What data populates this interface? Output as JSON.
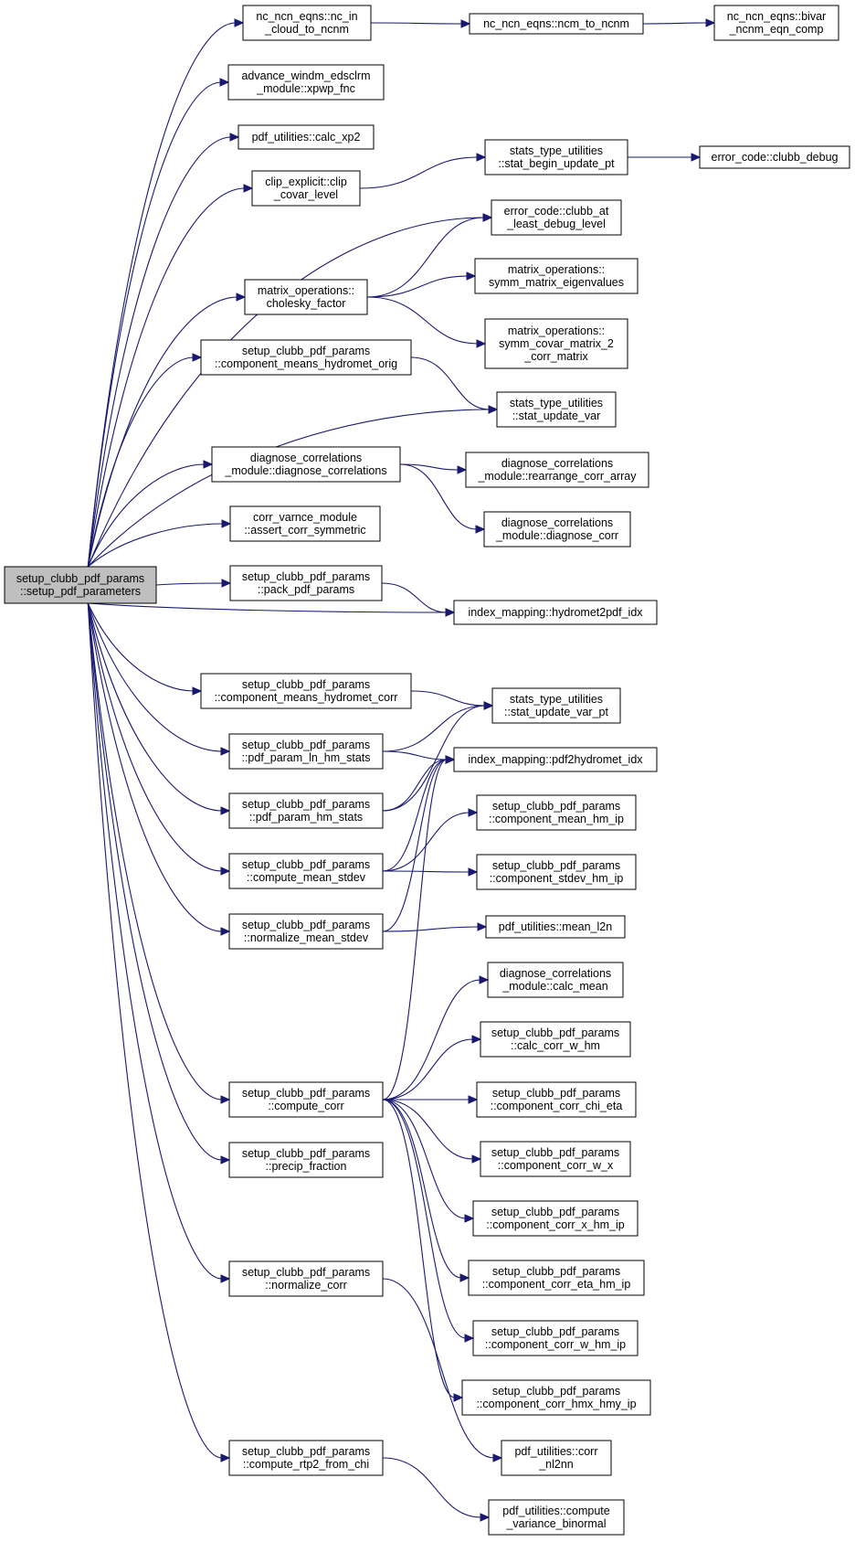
{
  "colors": {
    "edge": "#191970",
    "root_fill": "#bfbfbf",
    "node_fill": "#ffffff",
    "border": "#000000"
  },
  "root": "root",
  "nodes": [
    {
      "id": "root",
      "lines": [
        "setup_clubb_pdf_params",
        "::setup_pdf_parameters"
      ]
    },
    {
      "id": "nc_in_cloud",
      "lines": [
        "nc_ncn_eqns::nc_in",
        "_cloud_to_ncnm"
      ]
    },
    {
      "id": "ncm_to_ncnm",
      "lines": [
        "nc_ncn_eqns::ncm_to_ncnm"
      ]
    },
    {
      "id": "bivar",
      "lines": [
        "nc_ncn_eqns::bivar",
        "_ncnm_eqn_comp"
      ]
    },
    {
      "id": "xpwp",
      "lines": [
        "advance_windm_edsclrm",
        "_module::xpwp_fnc"
      ]
    },
    {
      "id": "calc_xp2",
      "lines": [
        "pdf_utilities::calc_xp2"
      ]
    },
    {
      "id": "clip_covar",
      "lines": [
        "clip_explicit::clip",
        "_covar_level"
      ]
    },
    {
      "id": "stat_begin",
      "lines": [
        "stats_type_utilities",
        "::stat_begin_update_pt"
      ]
    },
    {
      "id": "clubb_debug",
      "lines": [
        "error_code::clubb_debug"
      ]
    },
    {
      "id": "clubb_at_least",
      "lines": [
        "error_code::clubb_at",
        "_least_debug_level"
      ]
    },
    {
      "id": "cholesky",
      "lines": [
        "matrix_operations::",
        "cholesky_factor"
      ]
    },
    {
      "id": "symm_eig",
      "lines": [
        "matrix_operations::",
        "symm_matrix_eigenvalues"
      ]
    },
    {
      "id": "symm_covar",
      "lines": [
        "matrix_operations::",
        "symm_covar_matrix_2",
        "_corr_matrix"
      ]
    },
    {
      "id": "comp_means_orig",
      "lines": [
        "setup_clubb_pdf_params",
        "::component_means_hydromet_orig"
      ]
    },
    {
      "id": "stat_update_var",
      "lines": [
        "stats_type_utilities",
        "::stat_update_var"
      ]
    },
    {
      "id": "diag_corr",
      "lines": [
        "diagnose_correlations",
        "_module::diagnose_correlations"
      ]
    },
    {
      "id": "rearrange",
      "lines": [
        "diagnose_correlations",
        "_module::rearrange_corr_array"
      ]
    },
    {
      "id": "diag_corr_fn",
      "lines": [
        "diagnose_correlations",
        "_module::diagnose_corr"
      ]
    },
    {
      "id": "assert_corr",
      "lines": [
        "corr_varnce_module",
        "::assert_corr_symmetric"
      ]
    },
    {
      "id": "pack_pdf",
      "lines": [
        "setup_clubb_pdf_params",
        "::pack_pdf_params"
      ]
    },
    {
      "id": "hydromet2pdf",
      "lines": [
        "index_mapping::hydromet2pdf_idx"
      ]
    },
    {
      "id": "comp_means_corr",
      "lines": [
        "setup_clubb_pdf_params",
        "::component_means_hydromet_corr"
      ]
    },
    {
      "id": "stat_update_var_pt",
      "lines": [
        "stats_type_utilities",
        "::stat_update_var_pt"
      ]
    },
    {
      "id": "ln_hm_stats",
      "lines": [
        "setup_clubb_pdf_params",
        "::pdf_param_ln_hm_stats"
      ]
    },
    {
      "id": "pdf2hydromet",
      "lines": [
        "index_mapping::pdf2hydromet_idx"
      ]
    },
    {
      "id": "hm_stats",
      "lines": [
        "setup_clubb_pdf_params",
        "::pdf_param_hm_stats"
      ]
    },
    {
      "id": "comp_mean_hm",
      "lines": [
        "setup_clubb_pdf_params",
        "::component_mean_hm_ip"
      ]
    },
    {
      "id": "compute_mean_stdev",
      "lines": [
        "setup_clubb_pdf_params",
        "::compute_mean_stdev"
      ]
    },
    {
      "id": "comp_stdev_hm",
      "lines": [
        "setup_clubb_pdf_params",
        "::component_stdev_hm_ip"
      ]
    },
    {
      "id": "normalize_mean",
      "lines": [
        "setup_clubb_pdf_params",
        "::normalize_mean_stdev"
      ]
    },
    {
      "id": "mean_l2n",
      "lines": [
        "pdf_utilities::mean_l2n"
      ]
    },
    {
      "id": "calc_mean",
      "lines": [
        "diagnose_correlations",
        "_module::calc_mean"
      ]
    },
    {
      "id": "calc_corr_w_hm",
      "lines": [
        "setup_clubb_pdf_params",
        "::calc_corr_w_hm"
      ]
    },
    {
      "id": "compute_corr",
      "lines": [
        "setup_clubb_pdf_params",
        "::compute_corr"
      ]
    },
    {
      "id": "corr_chi_eta",
      "lines": [
        "setup_clubb_pdf_params",
        "::component_corr_chi_eta"
      ]
    },
    {
      "id": "corr_w_x",
      "lines": [
        "setup_clubb_pdf_params",
        "::component_corr_w_x"
      ]
    },
    {
      "id": "precip_fraction",
      "lines": [
        "setup_clubb_pdf_params",
        "::precip_fraction"
      ]
    },
    {
      "id": "corr_x_hm",
      "lines": [
        "setup_clubb_pdf_params",
        "::component_corr_x_hm_ip"
      ]
    },
    {
      "id": "corr_eta_hm",
      "lines": [
        "setup_clubb_pdf_params",
        "::component_corr_eta_hm_ip"
      ]
    },
    {
      "id": "normalize_corr",
      "lines": [
        "setup_clubb_pdf_params",
        "::normalize_corr"
      ]
    },
    {
      "id": "corr_w_hm",
      "lines": [
        "setup_clubb_pdf_params",
        "::component_corr_w_hm_ip"
      ]
    },
    {
      "id": "corr_hmx_hmy",
      "lines": [
        "setup_clubb_pdf_params",
        "::component_corr_hmx_hmy_ip"
      ]
    },
    {
      "id": "corr_nl2nn",
      "lines": [
        "pdf_utilities::corr",
        "_nl2nn"
      ]
    },
    {
      "id": "compute_rtp2",
      "lines": [
        "setup_clubb_pdf_params",
        "::compute_rtp2_from_chi"
      ]
    },
    {
      "id": "variance_binormal",
      "lines": [
        "pdf_utilities::compute",
        "_variance_binormal"
      ]
    }
  ],
  "edges": [
    [
      "root",
      "nc_in_cloud"
    ],
    [
      "nc_in_cloud",
      "ncm_to_ncnm"
    ],
    [
      "ncm_to_ncnm",
      "bivar"
    ],
    [
      "root",
      "xpwp"
    ],
    [
      "root",
      "calc_xp2"
    ],
    [
      "root",
      "clip_covar"
    ],
    [
      "clip_covar",
      "stat_begin"
    ],
    [
      "stat_begin",
      "clubb_debug"
    ],
    [
      "root",
      "clubb_at_least"
    ],
    [
      "root",
      "cholesky"
    ],
    [
      "cholesky",
      "clubb_at_least"
    ],
    [
      "cholesky",
      "symm_eig"
    ],
    [
      "cholesky",
      "symm_covar"
    ],
    [
      "root",
      "comp_means_orig"
    ],
    [
      "comp_means_orig",
      "stat_update_var"
    ],
    [
      "root",
      "stat_update_var"
    ],
    [
      "root",
      "diag_corr"
    ],
    [
      "diag_corr",
      "rearrange"
    ],
    [
      "diag_corr",
      "diag_corr_fn"
    ],
    [
      "root",
      "assert_corr"
    ],
    [
      "root",
      "pack_pdf"
    ],
    [
      "pack_pdf",
      "hydromet2pdf"
    ],
    [
      "root",
      "hydromet2pdf"
    ],
    [
      "root",
      "comp_means_corr"
    ],
    [
      "comp_means_corr",
      "stat_update_var_pt"
    ],
    [
      "root",
      "ln_hm_stats"
    ],
    [
      "ln_hm_stats",
      "stat_update_var_pt"
    ],
    [
      "ln_hm_stats",
      "pdf2hydromet"
    ],
    [
      "root",
      "hm_stats"
    ],
    [
      "hm_stats",
      "stat_update_var_pt"
    ],
    [
      "hm_stats",
      "pdf2hydromet"
    ],
    [
      "root",
      "compute_mean_stdev"
    ],
    [
      "compute_mean_stdev",
      "pdf2hydromet"
    ],
    [
      "compute_mean_stdev",
      "comp_mean_hm"
    ],
    [
      "compute_mean_stdev",
      "comp_stdev_hm"
    ],
    [
      "root",
      "normalize_mean"
    ],
    [
      "normalize_mean",
      "pdf2hydromet"
    ],
    [
      "normalize_mean",
      "mean_l2n"
    ],
    [
      "root",
      "compute_corr"
    ],
    [
      "compute_corr",
      "pdf2hydromet"
    ],
    [
      "compute_corr",
      "calc_mean"
    ],
    [
      "compute_corr",
      "calc_corr_w_hm"
    ],
    [
      "compute_corr",
      "corr_chi_eta"
    ],
    [
      "compute_corr",
      "corr_w_x"
    ],
    [
      "compute_corr",
      "corr_x_hm"
    ],
    [
      "compute_corr",
      "corr_eta_hm"
    ],
    [
      "compute_corr",
      "corr_w_hm"
    ],
    [
      "compute_corr",
      "corr_hmx_hmy"
    ],
    [
      "root",
      "precip_fraction"
    ],
    [
      "root",
      "normalize_corr"
    ],
    [
      "normalize_corr",
      "corr_nl2nn"
    ],
    [
      "root",
      "compute_rtp2"
    ],
    [
      "compute_rtp2",
      "variance_binormal"
    ]
  ]
}
